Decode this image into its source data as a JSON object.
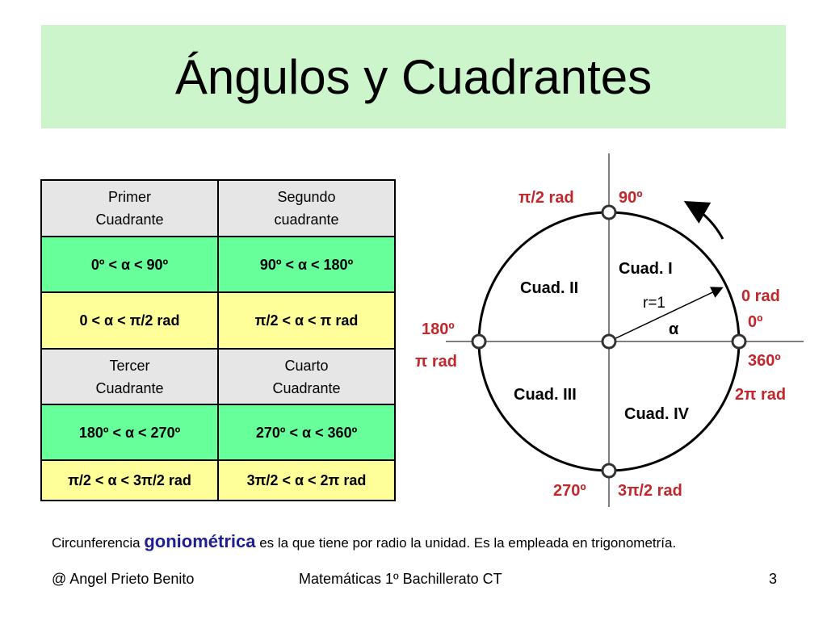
{
  "title": "Ángulos y Cuadrantes",
  "table": {
    "rows": [
      [
        "Primer\nCuadrante",
        "Segundo\ncuadrante"
      ],
      [
        "0º < α < 90º",
        "90º < α < 180º"
      ],
      [
        "0 < α < π/2 rad",
        "π/2 < α < π rad"
      ],
      [
        "Tercer\nCuadrante",
        "Cuarto\nCuadrante"
      ],
      [
        "180º < α < 270º",
        "270º < α < 360º"
      ],
      [
        "π/2 < α < 3π/2 rad",
        "3π/2 < α < 2π rad"
      ]
    ]
  },
  "diagram": {
    "top_rad": "π/2 rad",
    "top_deg": "90º",
    "right_rad": "0 rad",
    "right_deg": "0º",
    "right_deg_full": "360º",
    "right_rad_full": "2π rad",
    "left_deg": "180º",
    "left_rad": "π rad",
    "bottom_deg": "270º",
    "bottom_rad": "3π/2 rad",
    "quad1": "Cuad. I",
    "quad2": "Cuad. II",
    "quad3": "Cuad. III",
    "quad4": "Cuad. IV",
    "radius": "r=1",
    "angle": "α"
  },
  "note": {
    "before": "Circunferencia ",
    "emph": "goniométrica",
    "after": " es la que tiene por radio la unidad. Es la empleada en trigonometría."
  },
  "footer": {
    "author": "@ Angel Prieto Benito",
    "course": "Matemáticas  1º Bachillerato CT",
    "page": "3"
  },
  "colors": {
    "title_bg": "#ccf5cc",
    "header_cell": "#e6e6e6",
    "degree_cell": "#66ff99",
    "radian_cell": "#ffff99",
    "axis_label": "#c0282d",
    "emphasis": "#1f1f8f"
  }
}
